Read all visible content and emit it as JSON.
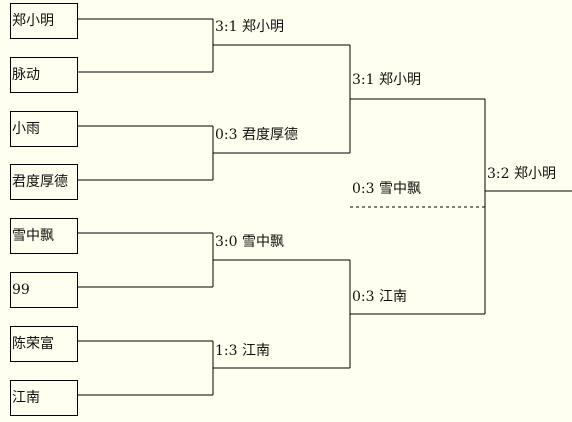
{
  "entrants": [
    "郑小明",
    "脉动",
    "小雨",
    "君度厚德",
    "雪中飘",
    "99",
    "陈荣富",
    "江南"
  ],
  "round1": [
    {
      "score": "3:1",
      "winner": "郑小明"
    },
    {
      "score": "0:3",
      "winner": "君度厚德"
    },
    {
      "score": "3:0",
      "winner": "雪中飘"
    },
    {
      "score": "1:3",
      "winner": "江南"
    }
  ],
  "round2": [
    {
      "score": "3:1",
      "winner": "郑小明"
    },
    {
      "score": "0:3",
      "winner": "江南"
    }
  ],
  "runner_up": {
    "score": "0:3",
    "name": "雪中飘"
  },
  "final": {
    "score": "3:2",
    "winner": "郑小明"
  }
}
